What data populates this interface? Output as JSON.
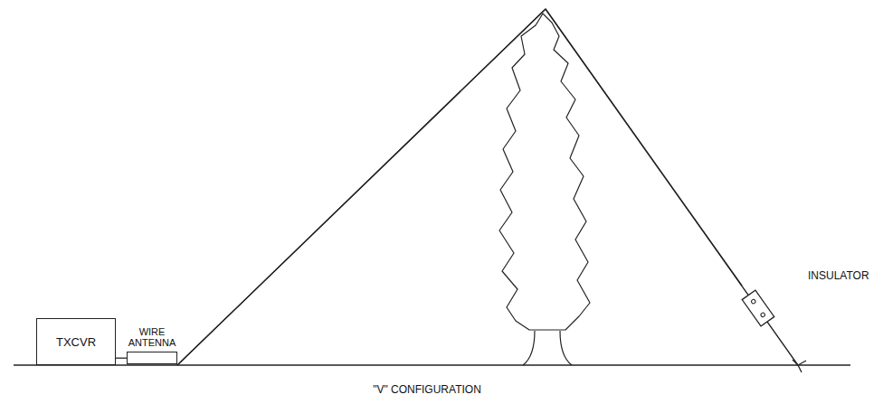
{
  "diagram": {
    "caption": "\"V\" CONFIGURATION",
    "nodes": [
      {
        "text": [
          "TXCVR"
        ]
      },
      {
        "text": [
          "WIRE ANTENNA"
        ]
      }
    ],
    "edges": [
      {
        "from": 0,
        "to": 1,
        "arrow": "none"
      }
    ],
    "labels": [
      "INSULATOR"
    ]
  }
}
